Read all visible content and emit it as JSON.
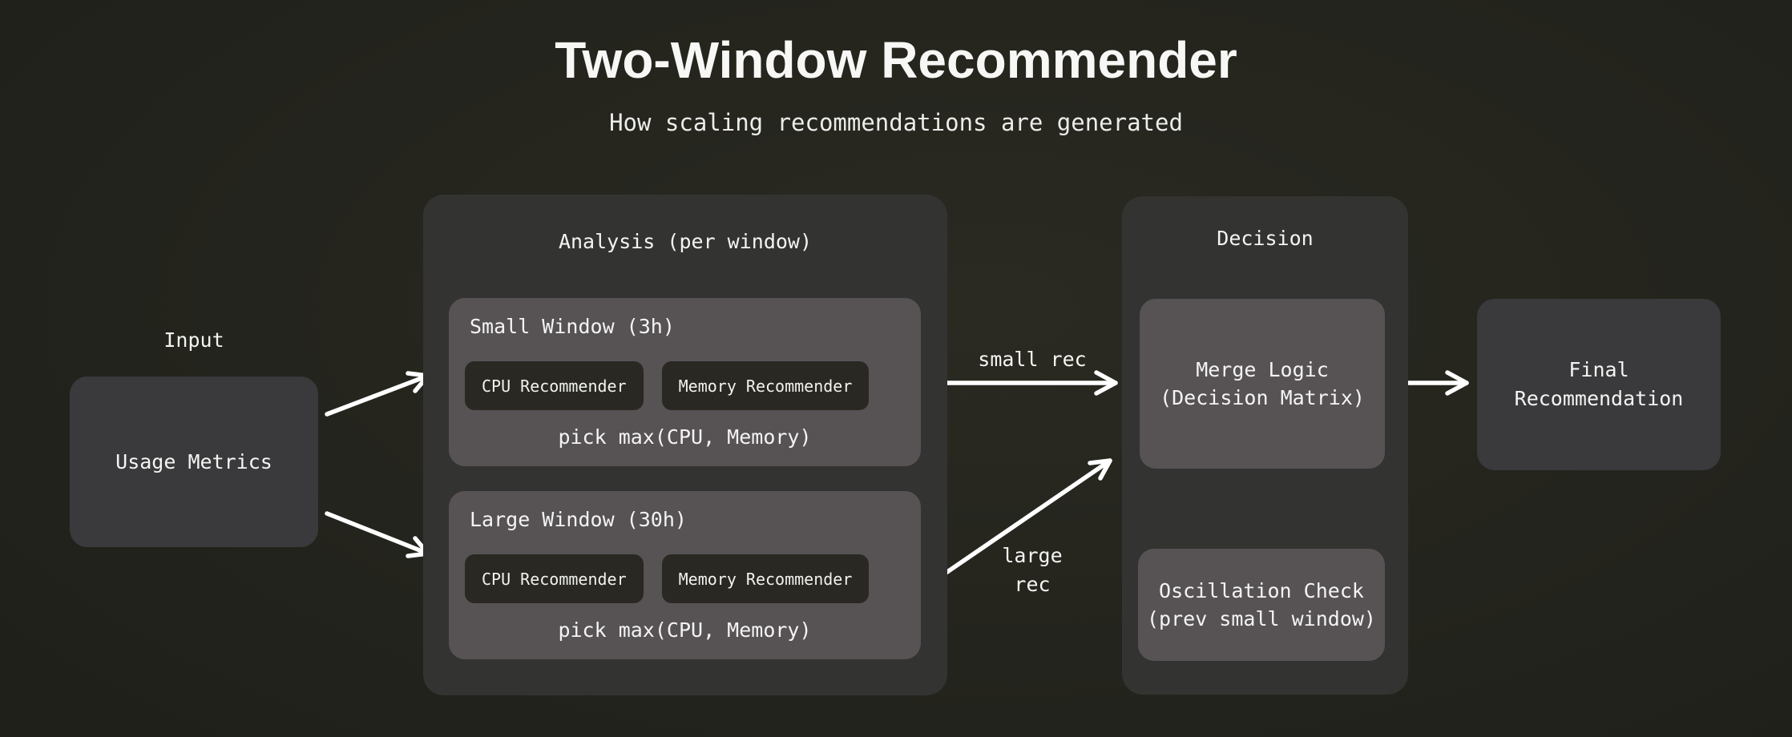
{
  "header": {
    "title": "Two-Window Recommender",
    "subtitle": "How scaling recommendations are generated"
  },
  "input": {
    "label": "Input",
    "node": "Usage Metrics"
  },
  "analysis": {
    "header": "Analysis (per window)",
    "small_window": {
      "title": "Small Window (3h)",
      "cpu": "CPU Recommender",
      "memory": "Memory Recommender",
      "footer": "pick max(CPU, Memory)"
    },
    "large_window": {
      "title": "Large Window (30h)",
      "cpu": "CPU Recommender",
      "memory": "Memory Recommender",
      "footer": "pick max(CPU, Memory)"
    }
  },
  "edges": {
    "small_rec": "small rec",
    "large_rec": "large\nrec"
  },
  "decision": {
    "header": "Decision",
    "merge": "Merge Logic\n(Decision Matrix)",
    "oscillation": "Oscillation Check\n(prev small window)"
  },
  "output": {
    "node": "Final\nRecommendation"
  },
  "colors": {
    "container": "#333331",
    "node-light": "#575355",
    "node-dark": "#3a393c",
    "chip": "#292822",
    "text": "#f4f4f2",
    "arrow": "#ffffff"
  }
}
